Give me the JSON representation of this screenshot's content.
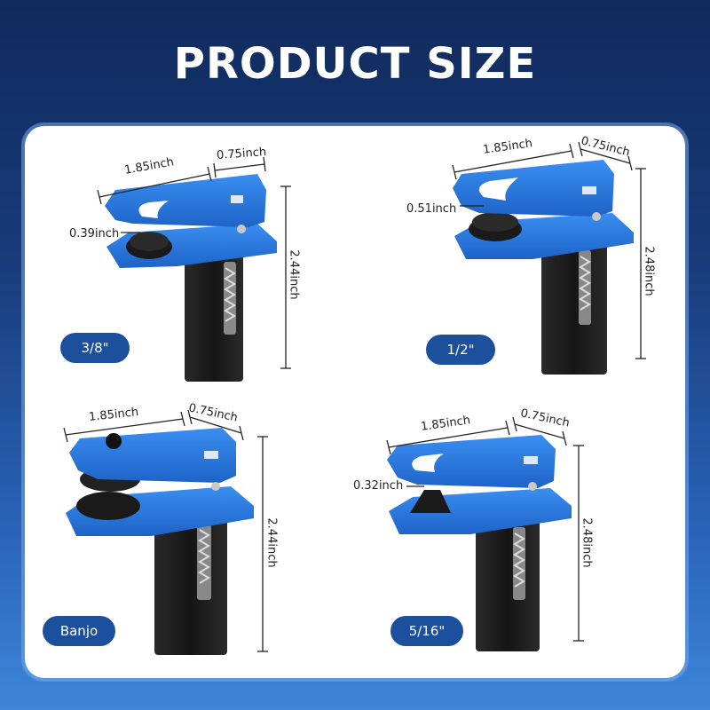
{
  "title": "PRODUCT SIZE",
  "colors": {
    "background_top": "#102a5c",
    "background_bottom": "#3d86d8",
    "clip_blue": "#2f7fe0",
    "body_black": "#1b1b1b",
    "badge": "#1c4f9c"
  },
  "products": [
    {
      "label": "3/8\"",
      "width": "1.85inch",
      "depth": "0.75inch",
      "gap": "0.39inch",
      "height": "2.44inch"
    },
    {
      "label": "1/2\"",
      "width": "1.85inch",
      "depth": "0.75inch",
      "gap": "0.51inch",
      "height": "2.48inch"
    },
    {
      "label": "Banjo",
      "width": "1.85inch",
      "depth": "0.75inch",
      "height": "2.44inch"
    },
    {
      "label": "5/16\"",
      "width": "1.85inch",
      "depth": "0.75inch",
      "gap": "0.32inch",
      "height": "2.48inch"
    }
  ]
}
